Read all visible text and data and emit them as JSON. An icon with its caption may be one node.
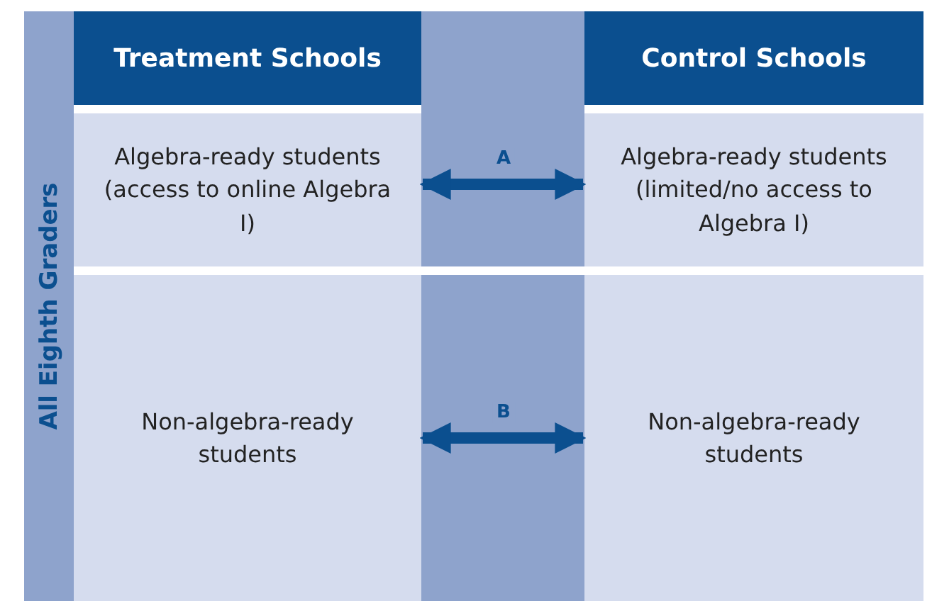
{
  "diagram": {
    "nodes": [
      {
        "text": [
          "All Eighth Graders"
        ]
      },
      {
        "text": [
          "Treatment Schools"
        ]
      },
      {
        "text": [
          "Control Schools"
        ]
      },
      {
        "text": [
          "Algebra-ready students (access to online Algebra I)"
        ]
      },
      {
        "text": [
          "Algebra-ready students (limited/no access to Algebra I)"
        ]
      },
      {
        "text": [
          "Non-algebra-ready students"
        ]
      },
      {
        "text": [
          "Non-algebra-ready students"
        ]
      }
    ],
    "edges": [
      {
        "from": 3,
        "to": 4,
        "arrow": "both",
        "label": "A"
      },
      {
        "from": 5,
        "to": 6,
        "arrow": "both",
        "label": "B"
      }
    ]
  }
}
